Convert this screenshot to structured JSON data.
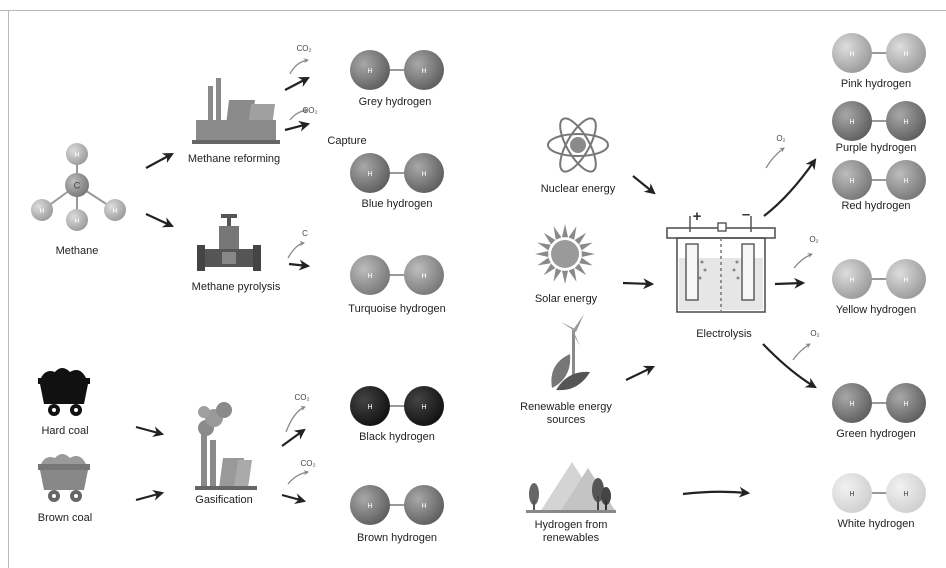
{
  "feedstocks": {
    "methane": "Methane",
    "hard_coal": "Hard coal",
    "brown_coal": "Brown coal"
  },
  "processes": {
    "methane_reforming": "Methane reforming",
    "methane_pyrolysis": "Methane pyrolysis",
    "gasification": "Gasification",
    "electrolysis": "Electrolysis"
  },
  "energy_sources": {
    "nuclear": "Nuclear energy",
    "solar": "Solar energy",
    "renewable": "Renewable energy sources",
    "renewables_hydrogen": "Hydrogen from renewables"
  },
  "hydrogen": {
    "grey": "Grey hydrogen",
    "blue": "Blue hydrogen",
    "turquoise": "Turquoise hydrogen",
    "black": "Black hydrogen",
    "brown": "Brown hydrogen",
    "pink": "Pink hydrogen",
    "purple": "Purple hydrogen",
    "red": "Red hydrogen",
    "yellow": "Yellow hydrogen",
    "green": "Green hydrogen",
    "white": "White hydrogen"
  },
  "byproducts": {
    "co2": "CO₂",
    "capture": "Capture",
    "carbon": "C",
    "o2": "O₂"
  },
  "atoms": {
    "hydrogen": "H",
    "carbon": "C"
  },
  "electrode_signs": {
    "plus": "+",
    "minus": "–"
  }
}
